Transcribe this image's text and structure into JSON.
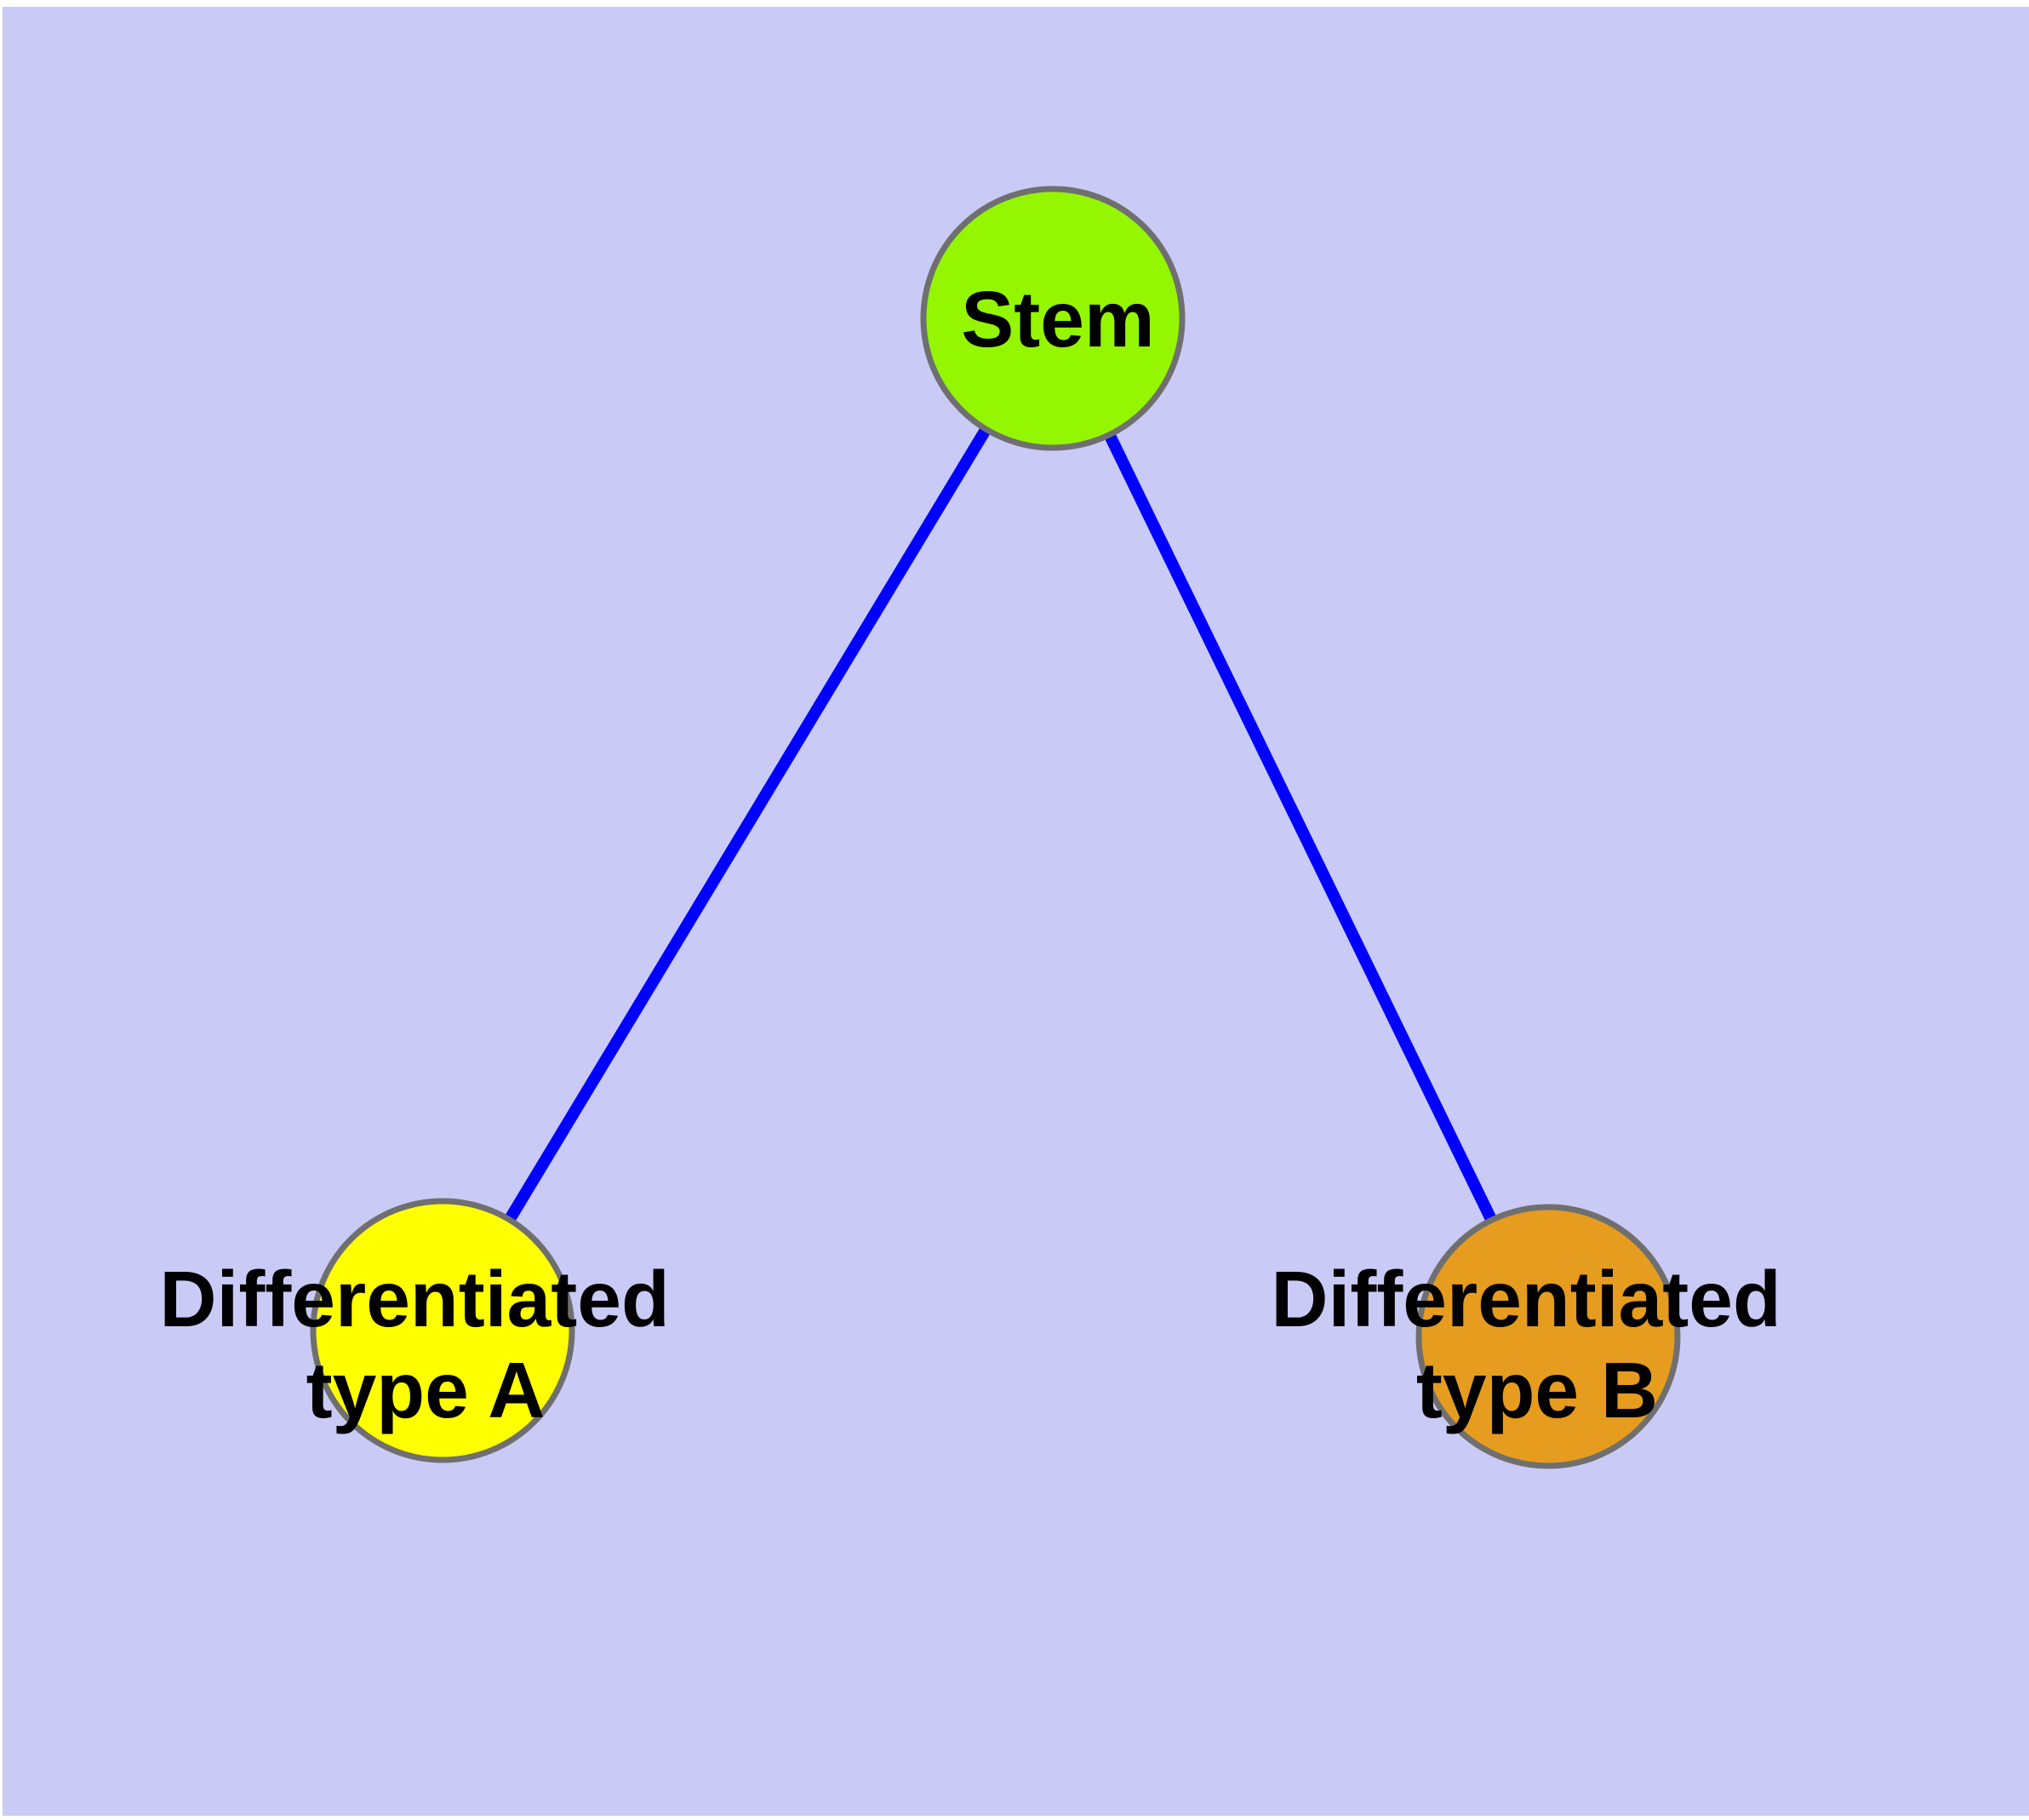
{
  "diagram": {
    "type": "graph",
    "description": "Stem cell differentiation tree: one stem node linked to two differentiated cell type nodes",
    "background_color": "#CACAF7",
    "frame_color": "#FFFFFF",
    "edge_color": "#0000FF",
    "node_border_color": "#6F6F6F",
    "label_color": "#000000",
    "nodes": [
      {
        "id": "stem",
        "label": "Stem",
        "lines": [
          "Stem"
        ],
        "fill": "#94F600"
      },
      {
        "id": "differentiated-type-a",
        "label": "Differentiated type A",
        "lines": [
          "Differentiated",
          "type A"
        ],
        "fill": "#FFFF00"
      },
      {
        "id": "differentiated-type-b",
        "label": "Differentiated type B",
        "lines": [
          "Differentiated",
          "type B"
        ],
        "fill": "#E69C1E"
      }
    ],
    "edges": [
      {
        "from": "stem",
        "to": "differentiated-type-a"
      },
      {
        "from": "stem",
        "to": "differentiated-type-b"
      }
    ]
  }
}
